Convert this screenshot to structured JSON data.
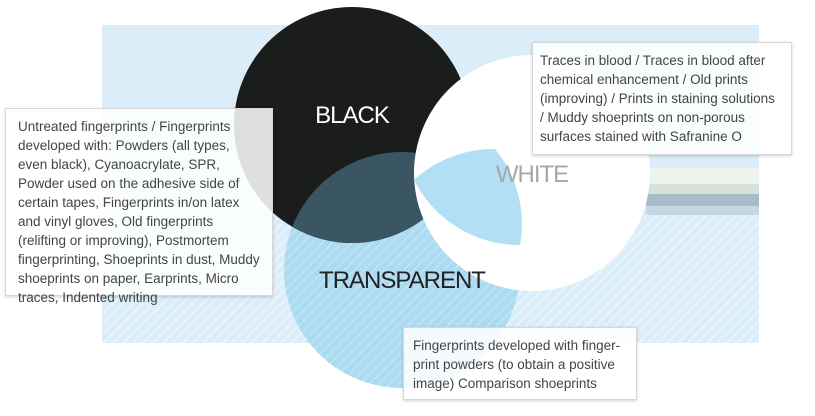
{
  "labels": {
    "black": "BLACK",
    "white": "WHITE",
    "transparent": "TRANSPARENT"
  },
  "notes": {
    "black": "Untreated fingerprints / Fingerprints developed with: Powders (all types, even black), Cyanoacrylate, SPR, Powder used on the adhesive side of certain tapes, Fingerprints in/on latex and vinyl gloves, Old fingerprints (relifting or improving), Postmortem fingerprinting, Shoeprints in dust, Muddy shoeprints on paper, Earprints, Micro traces, Indented writing",
    "white": "Traces in blood / Traces in blood after chemical enhancement / Old prints (improving) / Prints in staining solutions / Muddy shoeprints on non-porous surfaces stained with Safranine O",
    "transparent": "Fingerprints developed with finger-print powders (to obtain a positive image) Comparison shoeprints"
  },
  "colors": {
    "black_circle": "#1b1d1d",
    "white_circle": "#ffffff",
    "transparent_circle": "#aedcf2",
    "overlap_black_transparent": "#3b5663",
    "background_panel": "#dcedf8",
    "label_light": "#ffffff",
    "label_dark": "#222222",
    "label_muted": "#a7a7a7"
  }
}
